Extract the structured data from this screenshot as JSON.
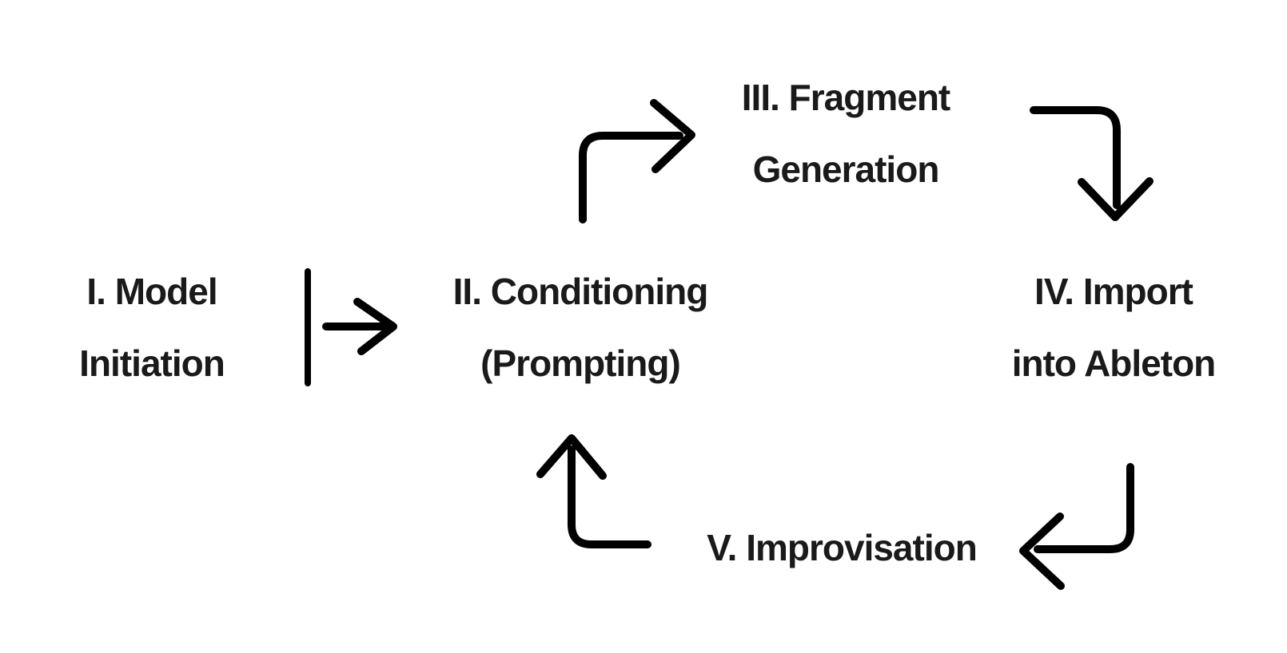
{
  "colors": {
    "background": "#ffffff",
    "text": "#1a1a1a",
    "arrow": "#000000"
  },
  "nodes": [
    {
      "line1": "I. Model",
      "line2": "Initiation"
    },
    {
      "line1": "II. Conditioning",
      "line2": "(Prompting)"
    },
    {
      "line1": "III. Fragment",
      "line2": "Generation"
    },
    {
      "line1": "IV. Import",
      "line2": "into Ableton"
    },
    {
      "line1": "V. Improvisation"
    }
  ],
  "icons": {
    "start": "bar-right-arrow",
    "ii_to_iii": "elbow-up-right-arrow",
    "iii_to_iv": "elbow-right-down-arrow",
    "iv_to_v": "elbow-down-left-arrow",
    "v_to_ii": "elbow-left-up-arrow"
  }
}
